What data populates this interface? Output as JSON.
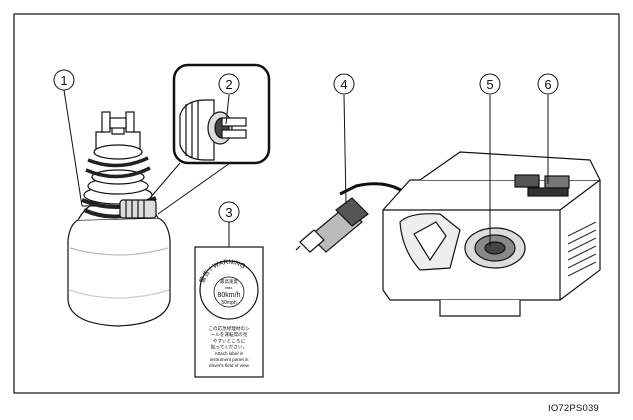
{
  "callouts": [
    "1",
    "2",
    "3",
    "4",
    "5",
    "6"
  ],
  "figure_code": "IO72PS039",
  "sticker": {
    "header_left": "警告",
    "header_right": "WARNING",
    "dial_jp": "最高速度",
    "dial_max": "max.",
    "dial_speed": "80km/h",
    "dial_speed_mph": "50mph",
    "text_lines": [
      "この応急修理材のシ",
      "ールを運転席の見",
      "やすいところに",
      "貼ってください。",
      "Attach label in",
      "instrument panel in",
      "driver's field of view"
    ]
  }
}
